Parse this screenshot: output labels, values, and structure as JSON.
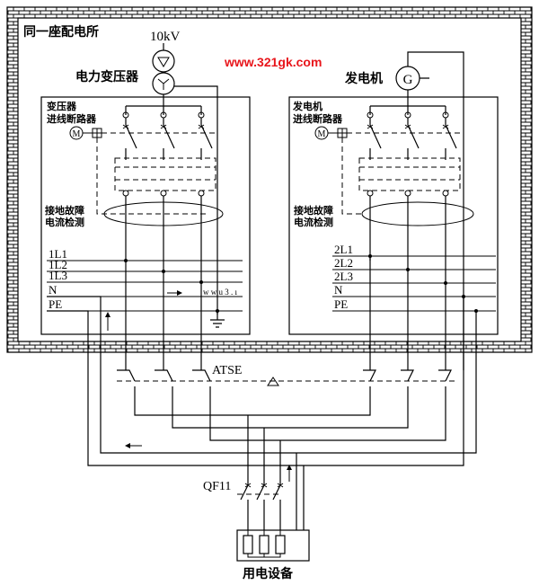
{
  "substation_label": "同一座配电所",
  "voltage_label": "10kV",
  "transformer_label": "电力变压器",
  "watermark": "www.321gk.com",
  "watermark_color": "#e8151b",
  "generator_label": "发电机",
  "generator_symbol": "G",
  "transformer_breaker": {
    "line1": "变压器",
    "line2": "进线断路器"
  },
  "generator_breaker": {
    "line1": "发电机",
    "line2": "进线断路器"
  },
  "motor_symbol": "M",
  "ground_fault": {
    "line1": "接地故障",
    "line2": "电流检测"
  },
  "left_bus_labels": [
    "1L1",
    "1L2",
    "1L3",
    "N",
    "PE"
  ],
  "right_bus_labels": [
    "2L1",
    "2L2",
    "2L3",
    "N",
    "PE"
  ],
  "atse_label": "ATSE",
  "qf_label": "QF11",
  "load_label": "用电设备",
  "faint_marks": "w  w  u  3  .  ı"
}
